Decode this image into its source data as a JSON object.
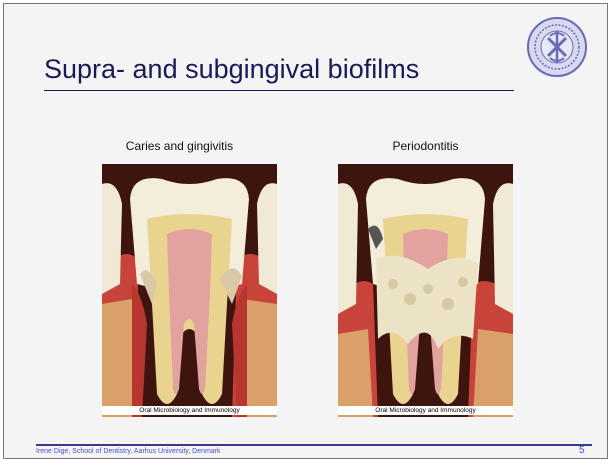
{
  "slide": {
    "title": "Supra- and subgingival biofilms",
    "footer": "Irene Dige, School of Dentistry, Aarhus University, Denmark",
    "page_number": "5"
  },
  "panels": [
    {
      "caption": "Caries and gingivitis",
      "credit": "Oral Microbiology and Immunology",
      "illustration": "tooth-cross-section-caries-gingivitis"
    },
    {
      "caption": "Periodontitis",
      "credit": "Oral Microbiology and Immunology",
      "illustration": "tooth-cross-section-periodontitis"
    }
  ],
  "logo": {
    "icon": "university-seal-icon"
  },
  "colors": {
    "title": "#1a1a55",
    "footer_text": "#4b4bd2",
    "rule": "#3a3a88",
    "seal": "#6a6ab8"
  }
}
